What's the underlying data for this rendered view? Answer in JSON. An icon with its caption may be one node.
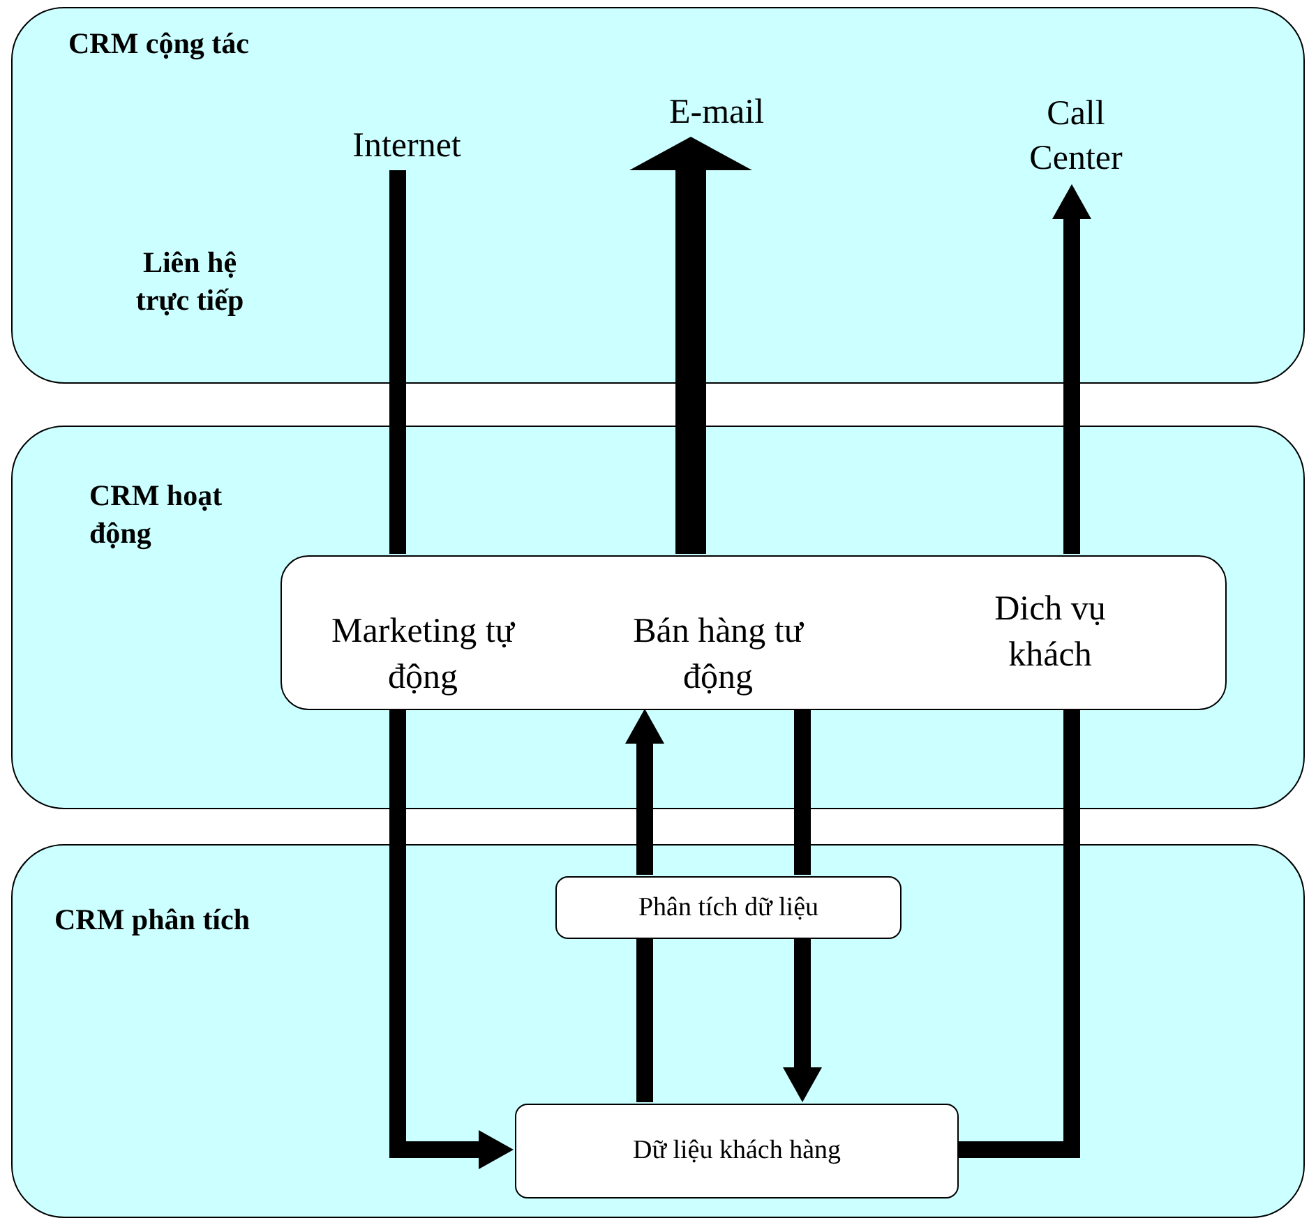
{
  "diagram": {
    "nodes": [
      {
        "text": [
          "CRM cộng tác"
        ]
      },
      {
        "text": [
          "Internet"
        ],
        "in": 0
      },
      {
        "text": [
          "E-mail"
        ],
        "in": 0
      },
      {
        "text": [
          "Call Center"
        ],
        "in": 0
      },
      {
        "text": [
          "Liên hệ trực tiếp"
        ],
        "in": 0
      },
      {
        "text": [
          "CRM hoạt động"
        ]
      },
      {
        "text": [],
        "shape": "box",
        "in": 5
      },
      {
        "text": [
          "Marketing tự động"
        ],
        "in": 6
      },
      {
        "text": [
          "Bán hàng tư động"
        ],
        "in": 6
      },
      {
        "text": [
          "Dich vụ khách"
        ],
        "in": 6
      },
      {
        "text": [
          "CRM phân tích"
        ]
      },
      {
        "text": [
          "Phân tích dữ liệu"
        ],
        "in": 10
      },
      {
        "text": [
          "Dữ liệu khách hàng"
        ],
        "in": 10
      }
    ],
    "edges": [
      {
        "from": 1,
        "to": 7,
        "arrow": "none"
      },
      {
        "from": 7,
        "to": 12,
        "arrow": "to"
      },
      {
        "from": 8,
        "to": 2,
        "arrow": "to",
        "style": "thick"
      },
      {
        "from": 12,
        "to": 11,
        "arrow": "none"
      },
      {
        "from": 11,
        "to": 8,
        "arrow": "to"
      },
      {
        "from": 8,
        "to": 11,
        "arrow": "none"
      },
      {
        "from": 11,
        "to": 12,
        "arrow": "to"
      },
      {
        "from": 12,
        "to": 9,
        "arrow": "none"
      },
      {
        "from": 9,
        "to": 3,
        "arrow": "to"
      }
    ]
  }
}
